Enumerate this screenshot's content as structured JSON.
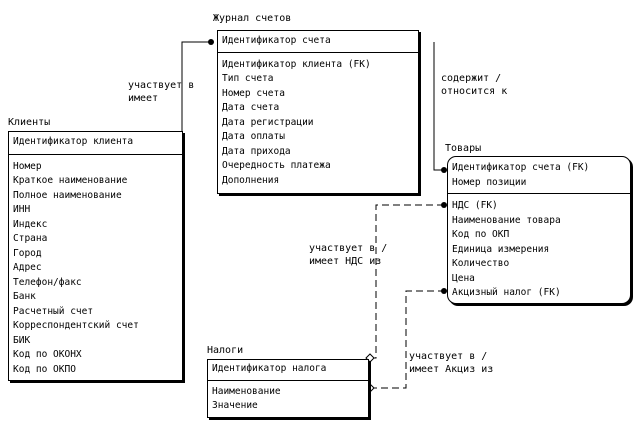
{
  "entities": {
    "journal": {
      "title": "Журнал счетов",
      "keys": [
        "Идентификатор счета"
      ],
      "attrs": [
        "Идентификатор клиента (FK)",
        "Тип счета",
        "Номер счета",
        "Дата счета",
        "Дата регистрации",
        "Дата оплаты",
        "Дата прихода",
        "Очередность платежа",
        "Дополнения"
      ]
    },
    "clients": {
      "title": "Клиенты",
      "keys": [
        "Идентификатор клиента"
      ],
      "attrs": [
        "Номер",
        "Краткое наименование",
        "Полное наименование",
        "ИНН",
        "Индекс",
        "Страна",
        "Город",
        "Адрес",
        "Телефон/факс",
        "Банк",
        "Расчетный счет",
        "Корреспондентский счет",
        "БИК",
        "Код по ОКОНХ",
        "Код по ОКПО"
      ]
    },
    "goods": {
      "title": "Товары",
      "keys": [
        "Идентификатор счета (FK)",
        "Номер позиции"
      ],
      "attrs": [
        "НДС (FK)",
        "Наименование товара",
        "Код по ОКП",
        "Единица измерения",
        "Количество",
        "Цена",
        "Акцизный налог (FK)"
      ]
    },
    "taxes": {
      "title": "Налоги",
      "keys": [
        "Идентификатор налога"
      ],
      "attrs": [
        "Наименование",
        "Значение"
      ]
    }
  },
  "relationships": {
    "client_journal": [
      "участвует в",
      "имеет"
    ],
    "journal_goods": [
      "содержит /",
      "относится к"
    ],
    "tax_vat": [
      "участвует в /",
      "имеет НДС из"
    ],
    "tax_excise": [
      "участвует в /",
      "имеет Акциз из"
    ]
  }
}
